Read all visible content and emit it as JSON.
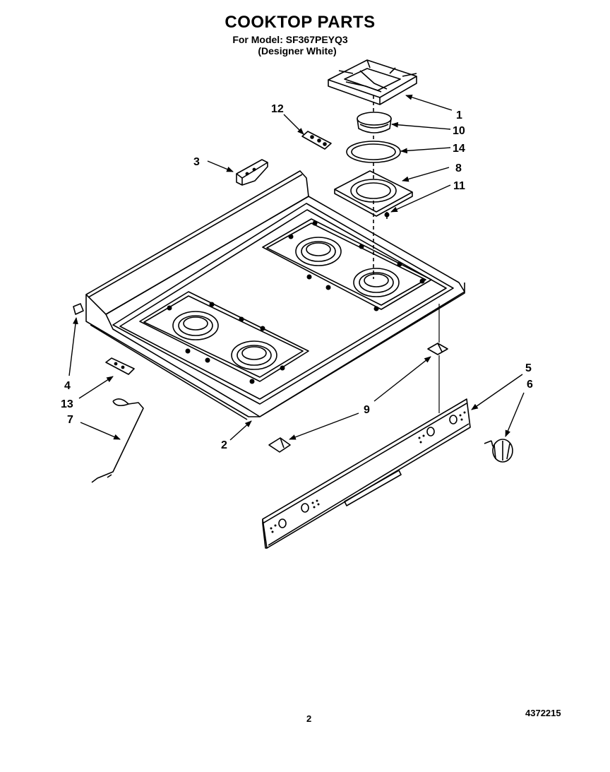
{
  "header": {
    "title": "COOKTOP PARTS",
    "model": "For Model: SF367PEYQ3",
    "variant": "(Designer White)"
  },
  "callouts": {
    "c1": "1",
    "c2": "2",
    "c3": "3",
    "c4": "4",
    "c5": "5",
    "c6": "6",
    "c7": "7",
    "c8": "8",
    "c9": "9",
    "c10": "10",
    "c11": "11",
    "c12": "12",
    "c13": "13",
    "c14": "14"
  },
  "footer": {
    "page_number": "2",
    "doc_number": "4372215"
  }
}
